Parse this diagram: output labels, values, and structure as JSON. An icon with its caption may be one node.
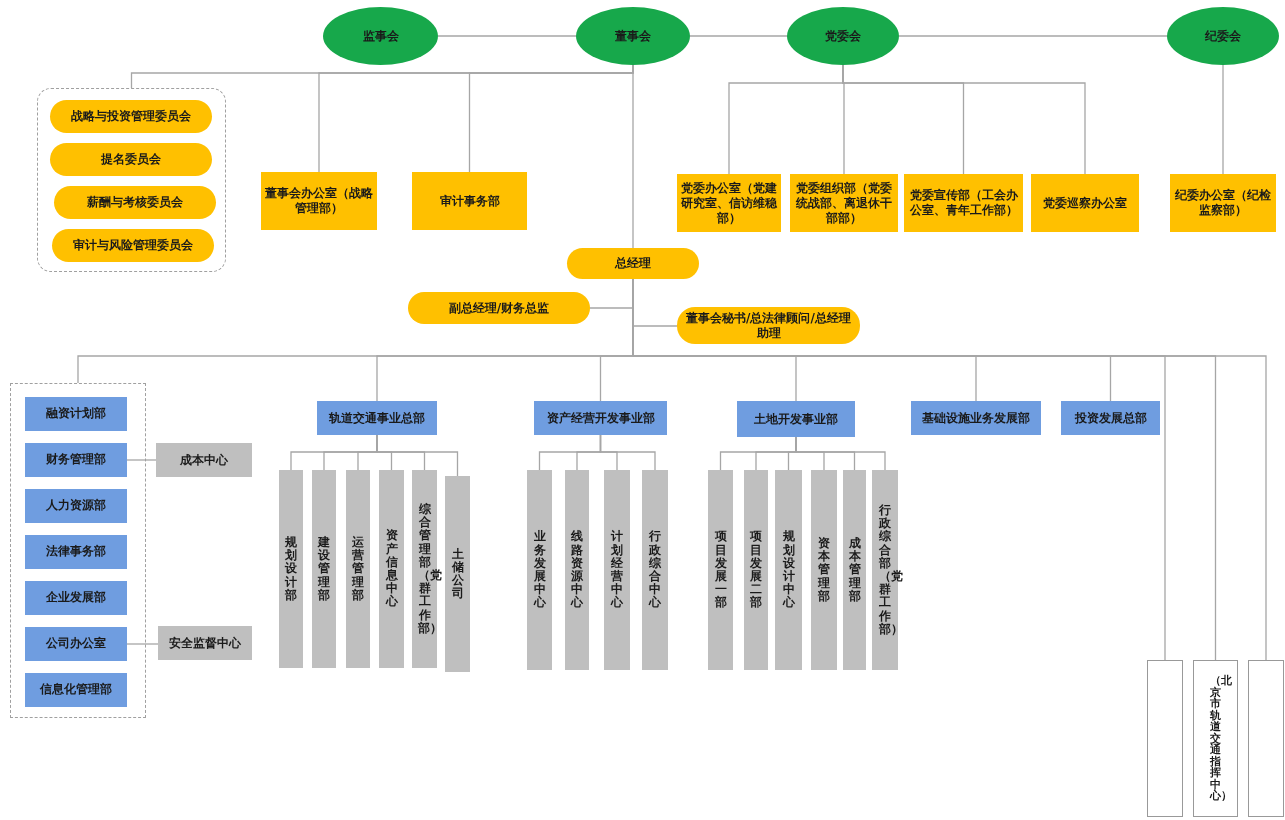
{
  "diagram": {
    "nodes": [
      {
        "text": [
          "监事会"
        ]
      },
      {
        "text": [
          "董事会"
        ]
      },
      {
        "text": [
          "党委会"
        ]
      },
      {
        "text": [
          "纪委会"
        ]
      },
      {
        "text": [],
        "shape": "box"
      },
      {
        "text": [
          "战略与投资管理委员会"
        ],
        "in": 4
      },
      {
        "text": [
          "提名委员会"
        ],
        "in": 4
      },
      {
        "text": [
          "薪酬与考核委员会"
        ],
        "in": 4
      },
      {
        "text": [
          "审计与风险管理委员会"
        ],
        "in": 4
      },
      {
        "text": [
          "董事会办公室（战略管理部）"
        ]
      },
      {
        "text": [
          "审计事务部"
        ]
      },
      {
        "text": [
          "党委办公室（党建研究室、信访维稳部）"
        ]
      },
      {
        "text": [
          "党委组织部（党委统战部、离退休干部部）"
        ]
      },
      {
        "text": [
          "党委宣传部（工会办公室、青年工作部）"
        ]
      },
      {
        "text": [
          "党委巡察办公室"
        ]
      },
      {
        "text": [
          "纪委办公室（纪检监察部）"
        ]
      },
      {
        "text": [
          "总经理"
        ]
      },
      {
        "text": [
          "副总经理/财务总监"
        ]
      },
      {
        "text": [
          "董事会秘书/总法律顾问/总经理助理"
        ]
      },
      {
        "text": [],
        "shape": "box"
      },
      {
        "text": [
          "融资计划部"
        ],
        "in": 19
      },
      {
        "text": [
          "财务管理部"
        ],
        "in": 19
      },
      {
        "text": [
          "人力资源部"
        ],
        "in": 19
      },
      {
        "text": [
          "法律事务部"
        ],
        "in": 19
      },
      {
        "text": [
          "企业发展部"
        ],
        "in": 19
      },
      {
        "text": [
          "公司办公室"
        ],
        "in": 19
      },
      {
        "text": [
          "信息化管理部"
        ],
        "in": 19
      },
      {
        "text": [
          "成本中心"
        ]
      },
      {
        "text": [
          "安全监督中心"
        ]
      },
      {
        "text": [
          "轨道交通事业总部"
        ]
      },
      {
        "text": [
          "规划设计部"
        ]
      },
      {
        "text": [
          "建设管理部"
        ]
      },
      {
        "text": [
          "运营管理部"
        ]
      },
      {
        "text": [
          "资产信息中心"
        ]
      },
      {
        "text": [
          "综合管理部（党群工作部）"
        ]
      },
      {
        "text": [
          "土储公司"
        ]
      },
      {
        "text": [
          "资产经营开发事业部"
        ]
      },
      {
        "text": [
          "业务发展中心"
        ]
      },
      {
        "text": [
          "线路资源中心"
        ]
      },
      {
        "text": [
          "计划经营中心"
        ]
      },
      {
        "text": [
          "行政综合中心"
        ]
      },
      {
        "text": [
          "土地开发事业部"
        ]
      },
      {
        "text": [
          "项目发展一部"
        ]
      },
      {
        "text": [
          "项目发展二部"
        ]
      },
      {
        "text": [
          "规划设计中心"
        ]
      },
      {
        "text": [
          "资本管理部"
        ]
      },
      {
        "text": [
          "成本管理部"
        ]
      },
      {
        "text": [
          "行政综合部（党群工作部）"
        ]
      },
      {
        "text": [
          "基础设施业务发展部"
        ]
      },
      {
        "text": [
          "投资发展总部"
        ]
      },
      {
        "text": [],
        "shape": "box"
      },
      {
        "text": [
          "（北京市轨道交通指挥中心）"
        ]
      },
      {
        "text": [],
        "shape": "box"
      }
    ],
    "edges": [
      {
        "from": 0,
        "to": 1,
        "arrow": "none"
      },
      {
        "from": 1,
        "to": 2,
        "arrow": "none"
      },
      {
        "from": 2,
        "to": 3,
        "arrow": "none"
      },
      {
        "from": 1,
        "to": 4,
        "arrow": "none"
      },
      {
        "from": 1,
        "to": 9,
        "arrow": "none"
      },
      {
        "from": 1,
        "to": 10,
        "arrow": "none"
      },
      {
        "from": 2,
        "to": 11,
        "arrow": "none"
      },
      {
        "from": 2,
        "to": 12,
        "arrow": "none"
      },
      {
        "from": 2,
        "to": 13,
        "arrow": "none"
      },
      {
        "from": 2,
        "to": 14,
        "arrow": "none"
      },
      {
        "from": 3,
        "to": 15,
        "arrow": "none"
      },
      {
        "from": 1,
        "to": 16,
        "arrow": "none"
      },
      {
        "from": 16,
        "to": 17,
        "arrow": "none"
      },
      {
        "from": 16,
        "to": 18,
        "arrow": "none"
      },
      {
        "from": 16,
        "to": 19,
        "arrow": "none"
      },
      {
        "from": 16,
        "to": 29,
        "arrow": "none"
      },
      {
        "from": 16,
        "to": 36,
        "arrow": "none"
      },
      {
        "from": 16,
        "to": 41,
        "arrow": "none"
      },
      {
        "from": 16,
        "to": 48,
        "arrow": "none"
      },
      {
        "from": 16,
        "to": 49,
        "arrow": "none"
      },
      {
        "from": 16,
        "to": 50,
        "arrow": "none"
      },
      {
        "from": 16,
        "to": 51,
        "arrow": "none"
      },
      {
        "from": 16,
        "to": 52,
        "arrow": "none"
      },
      {
        "from": 21,
        "to": 27,
        "arrow": "none"
      },
      {
        "from": 25,
        "to": 28,
        "arrow": "none"
      },
      {
        "from": 29,
        "to": 30,
        "arrow": "none"
      },
      {
        "from": 29,
        "to": 31,
        "arrow": "none"
      },
      {
        "from": 29,
        "to": 32,
        "arrow": "none"
      },
      {
        "from": 29,
        "to": 33,
        "arrow": "none"
      },
      {
        "from": 29,
        "to": 34,
        "arrow": "none"
      },
      {
        "from": 29,
        "to": 35,
        "arrow": "none"
      },
      {
        "from": 36,
        "to": 37,
        "arrow": "none"
      },
      {
        "from": 36,
        "to": 38,
        "arrow": "none"
      },
      {
        "from": 36,
        "to": 39,
        "arrow": "none"
      },
      {
        "from": 36,
        "to": 40,
        "arrow": "none"
      },
      {
        "from": 41,
        "to": 42,
        "arrow": "none"
      },
      {
        "from": 41,
        "to": 43,
        "arrow": "none"
      },
      {
        "from": 41,
        "to": 44,
        "arrow": "none"
      },
      {
        "from": 41,
        "to": 45,
        "arrow": "none"
      },
      {
        "from": 41,
        "to": 46,
        "arrow": "none"
      },
      {
        "from": 41,
        "to": 47,
        "arrow": "none"
      }
    ]
  }
}
